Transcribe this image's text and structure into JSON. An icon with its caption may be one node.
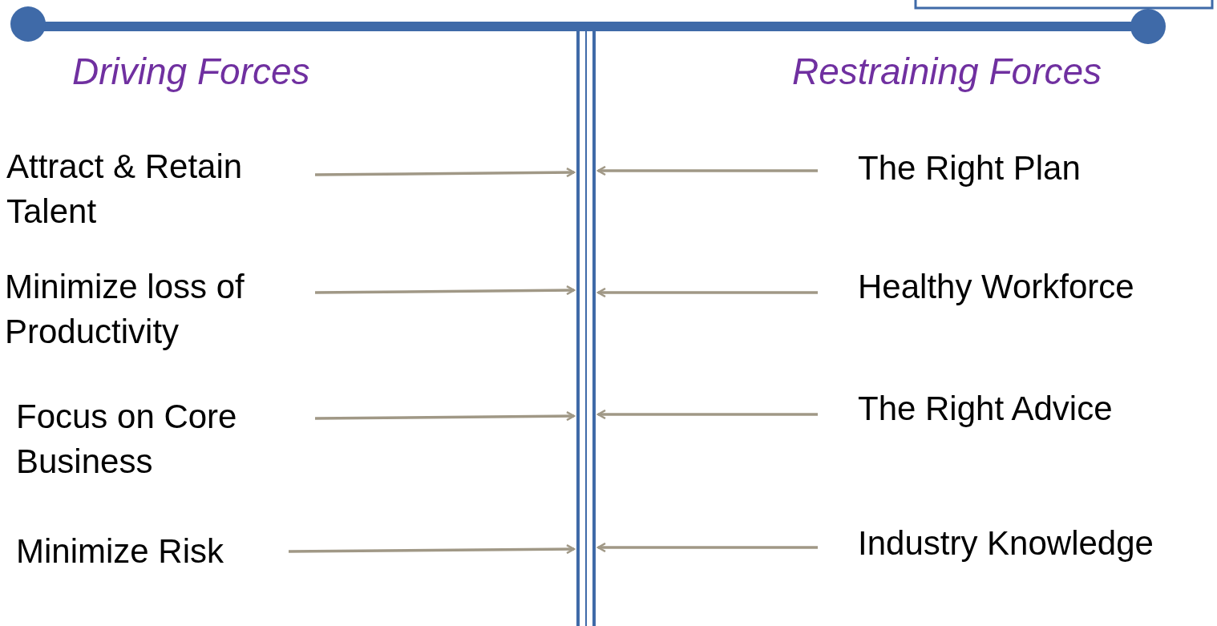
{
  "diagram": {
    "nodes": [
      {
        "text": [],
        "shape": "bar"
      },
      {
        "text": [
          "Attract & Retain Talent"
        ]
      },
      {
        "text": [
          "The Right Plan"
        ]
      },
      {
        "text": [
          "Minimize loss of Productivity"
        ]
      },
      {
        "text": [
          "Healthy Workforce"
        ]
      },
      {
        "text": [
          "Focus on Core Business"
        ]
      },
      {
        "text": [
          "The Right Advice"
        ]
      },
      {
        "text": [
          "Minimize Risk"
        ]
      },
      {
        "text": [
          "Industry Knowledge"
        ]
      }
    ],
    "edges": [
      {
        "from": 1,
        "to": 0,
        "arrow": "to"
      },
      {
        "from": 2,
        "to": 0,
        "arrow": "to"
      },
      {
        "from": 3,
        "to": 0,
        "arrow": "to"
      },
      {
        "from": 4,
        "to": 0,
        "arrow": "to"
      },
      {
        "from": 5,
        "to": 0,
        "arrow": "to"
      },
      {
        "from": 6,
        "to": 0,
        "arrow": "to"
      },
      {
        "from": 7,
        "to": 0,
        "arrow": "to"
      },
      {
        "from": 8,
        "to": 0,
        "arrow": "to"
      }
    ],
    "labels": [
      "Driving Forces",
      "Restraining Forces"
    ]
  }
}
